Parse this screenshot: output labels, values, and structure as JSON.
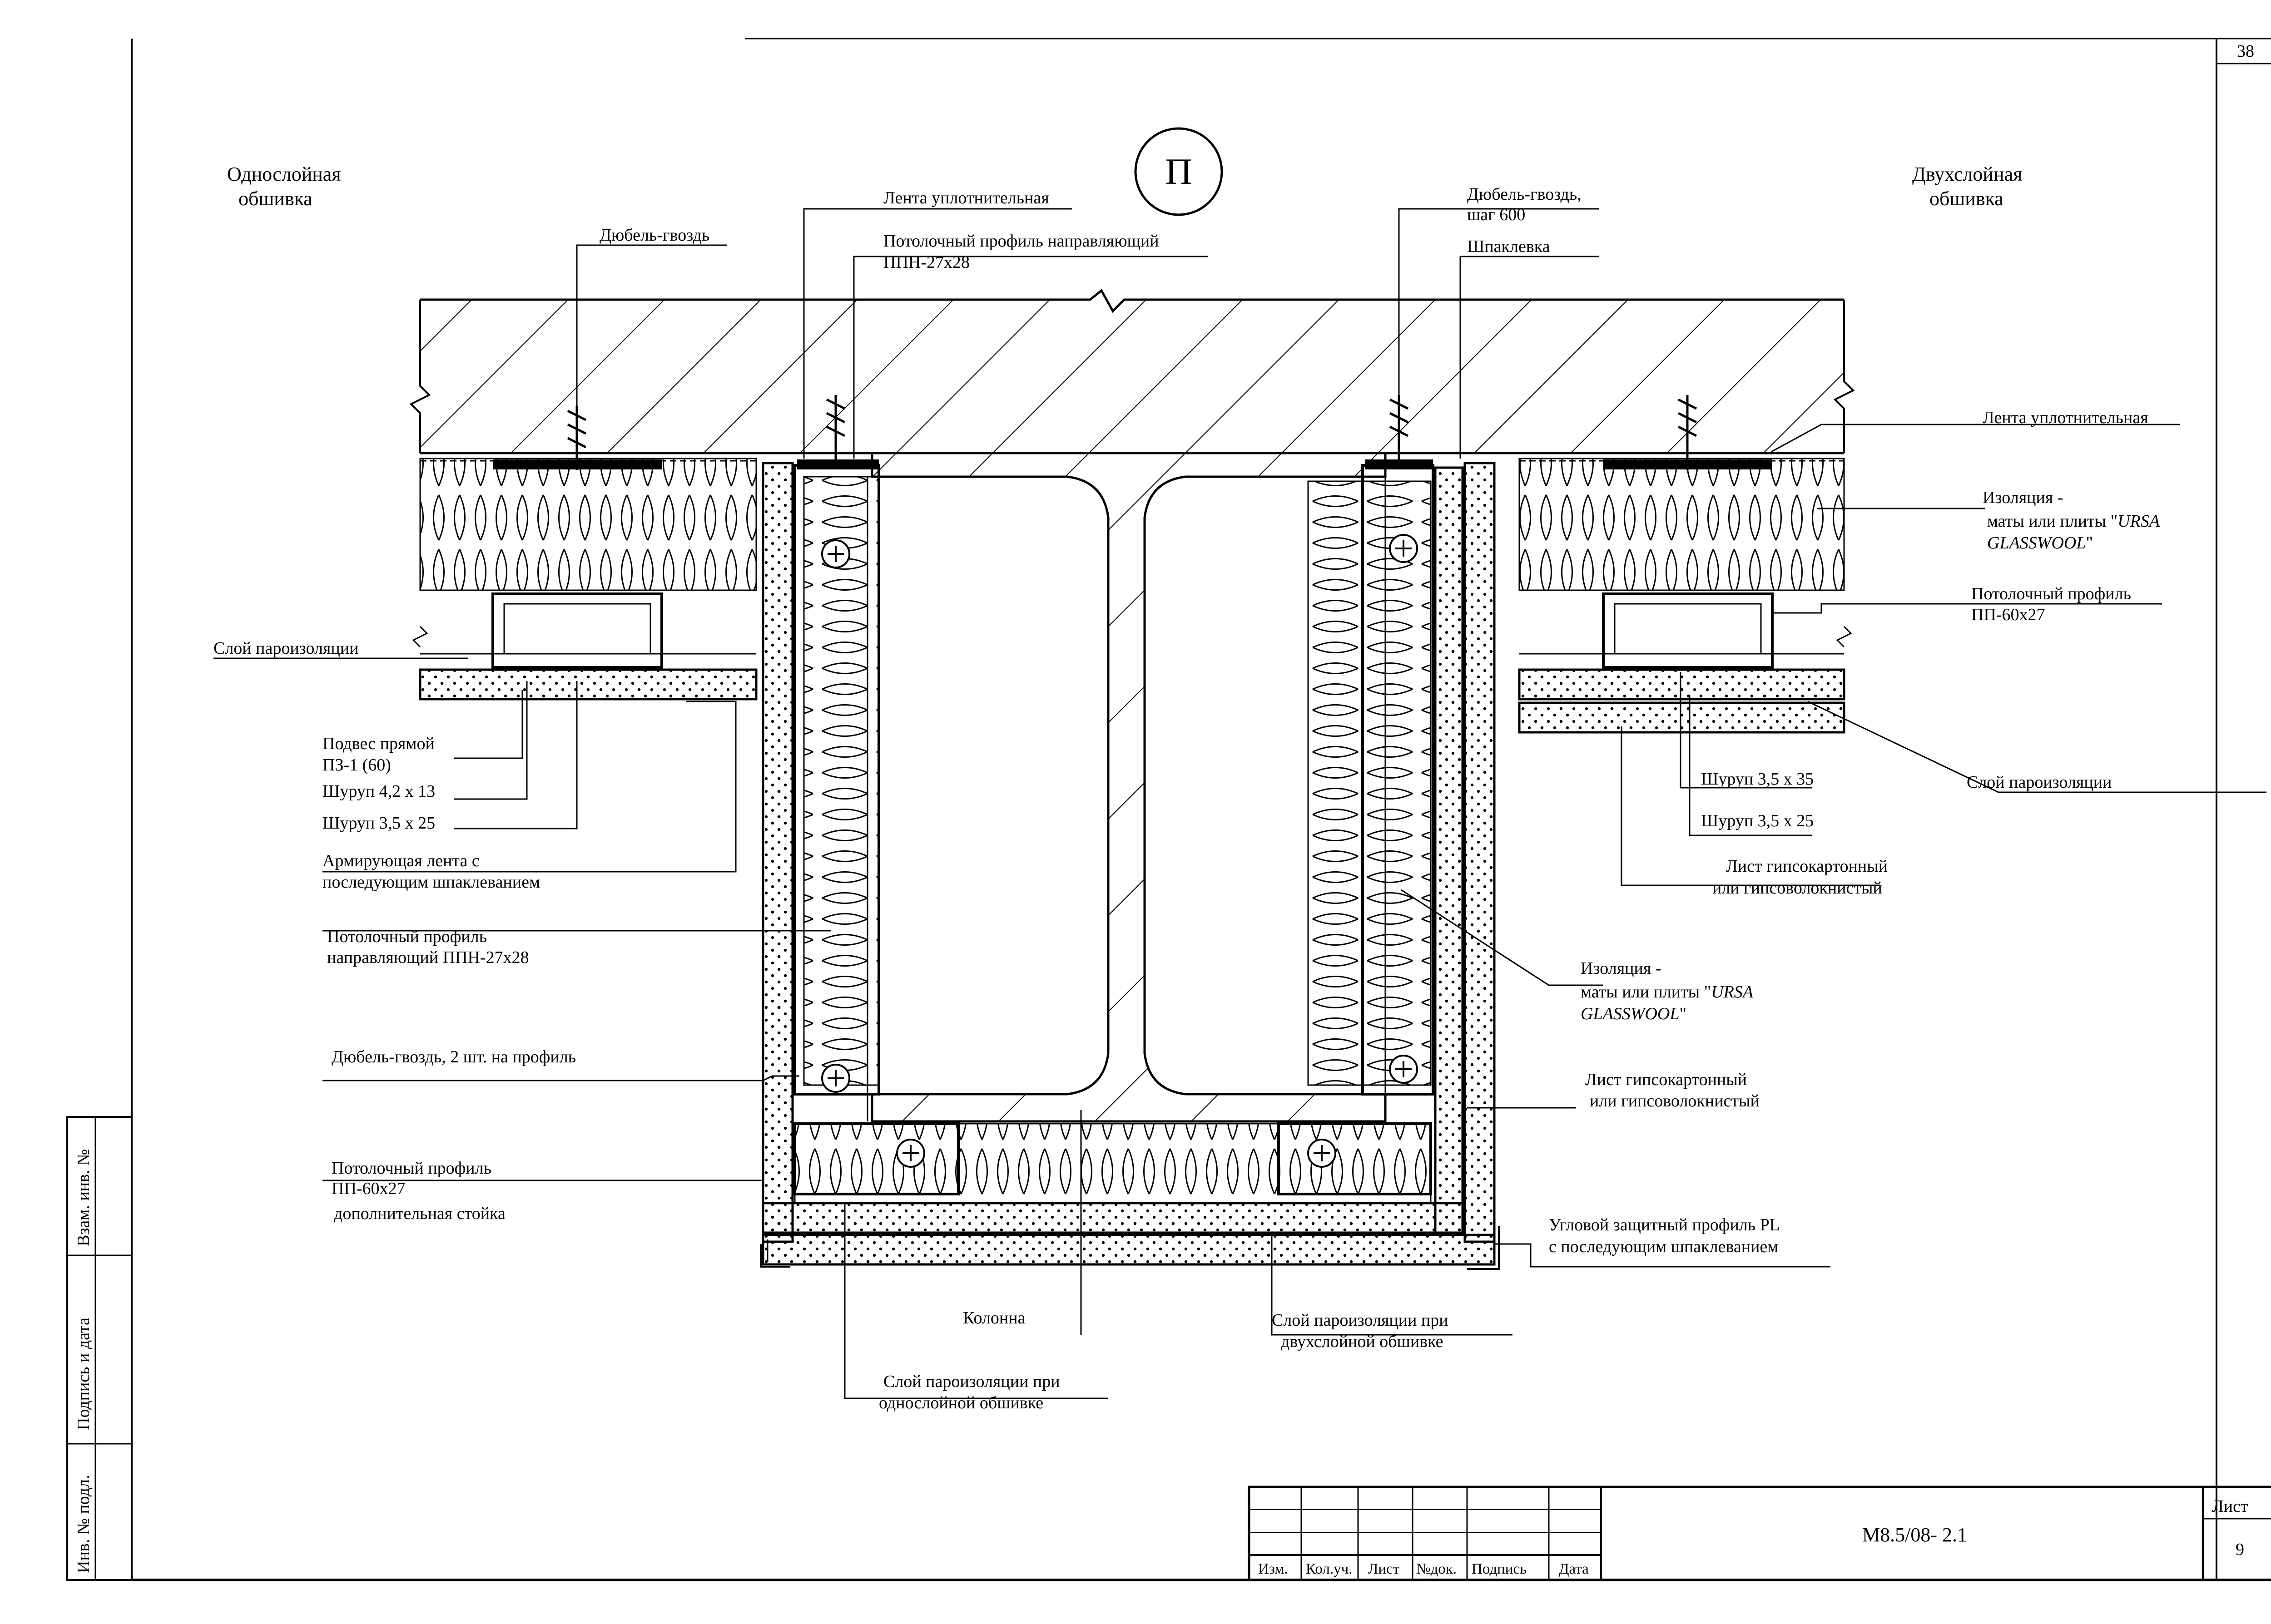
{
  "sheet": {
    "corner_number": "38",
    "callout_letter": "П",
    "single_layer_title": [
      "Однослойная",
      "обшивка"
    ],
    "double_layer_title": [
      "Двухслойная",
      "обшивка"
    ]
  },
  "labels": {
    "top_left_dowel": "Дюбель-гвоздь",
    "top_tape": "Лента уплотнительная",
    "top_guide_profile": [
      "Потолочный профиль направляющий",
      "ППН-27х28"
    ],
    "top_right_dowel": [
      "Дюбель-гвоздь,",
      "шаг 600"
    ],
    "top_putty": "Шпаклевка",
    "right_tape": "Лента уплотнительная",
    "right_insulation": [
      "Изоляция -",
      "маты или плиты \"",
      "URSA",
      "GLASSWOOL",
      "\""
    ],
    "right_profile": [
      "Потолочный профиль",
      "ПП-60х27"
    ],
    "left_vapor": "Слой пароизоляции",
    "left_hanger": [
      "Подвес прямой",
      "ПЗ-1 (60)"
    ],
    "left_screw_1": "Шуруп 4,2 х 13",
    "left_screw_2": "Шуруп 3,5 х 25",
    "left_tape": [
      "Армирующая лента с",
      "последующим шпаклеванием"
    ],
    "left_guide_profile": [
      "Потолочный профиль",
      "направляющий ППН-27х28"
    ],
    "left_dowel_2": "Дюбель-гвоздь, 2 шт. на профиль",
    "left_pp_profile": [
      "Потолочный профиль",
      "ПП-60х27",
      "дополнительная стойка"
    ],
    "right_screw_35": "Шуруп 3,5 х 35",
    "right_screw_25": "Шуруп 3,5 х 25",
    "right_vapor": "Слой пароизоляции",
    "right_gypsum_1": [
      "Лист гипсокартонный",
      "или гипсоволокнистый"
    ],
    "mid_insulation": [
      "Изоляция -",
      "маты или плиты \"",
      "URSA",
      "GLASSWOOL",
      "\""
    ],
    "right_gypsum_2": [
      "Лист гипсокартонный",
      "или гипсоволокнистый"
    ],
    "corner_profile": [
      "Угловой защитный профиль PL",
      "с последующим шпаклеванием"
    ],
    "column": "Колонна",
    "vapor_double": [
      "Слой пароизоляции при",
      "двухслойной обшивке"
    ],
    "vapor_single": [
      "Слой пароизоляции при",
      "однослойной обшивке"
    ]
  },
  "left_margin": {
    "field_1": "Взам. инв. №",
    "field_2": "Подпись и дата",
    "field_3": "Инв. № подл."
  },
  "title_block": {
    "columns": [
      "Изм.",
      "Кол.уч.",
      "Лист",
      "№док.",
      "Подпись",
      "Дата"
    ],
    "document_code": "М8.5/08- 2.1",
    "sheet_label": "Лист",
    "sheet_number": "9"
  }
}
